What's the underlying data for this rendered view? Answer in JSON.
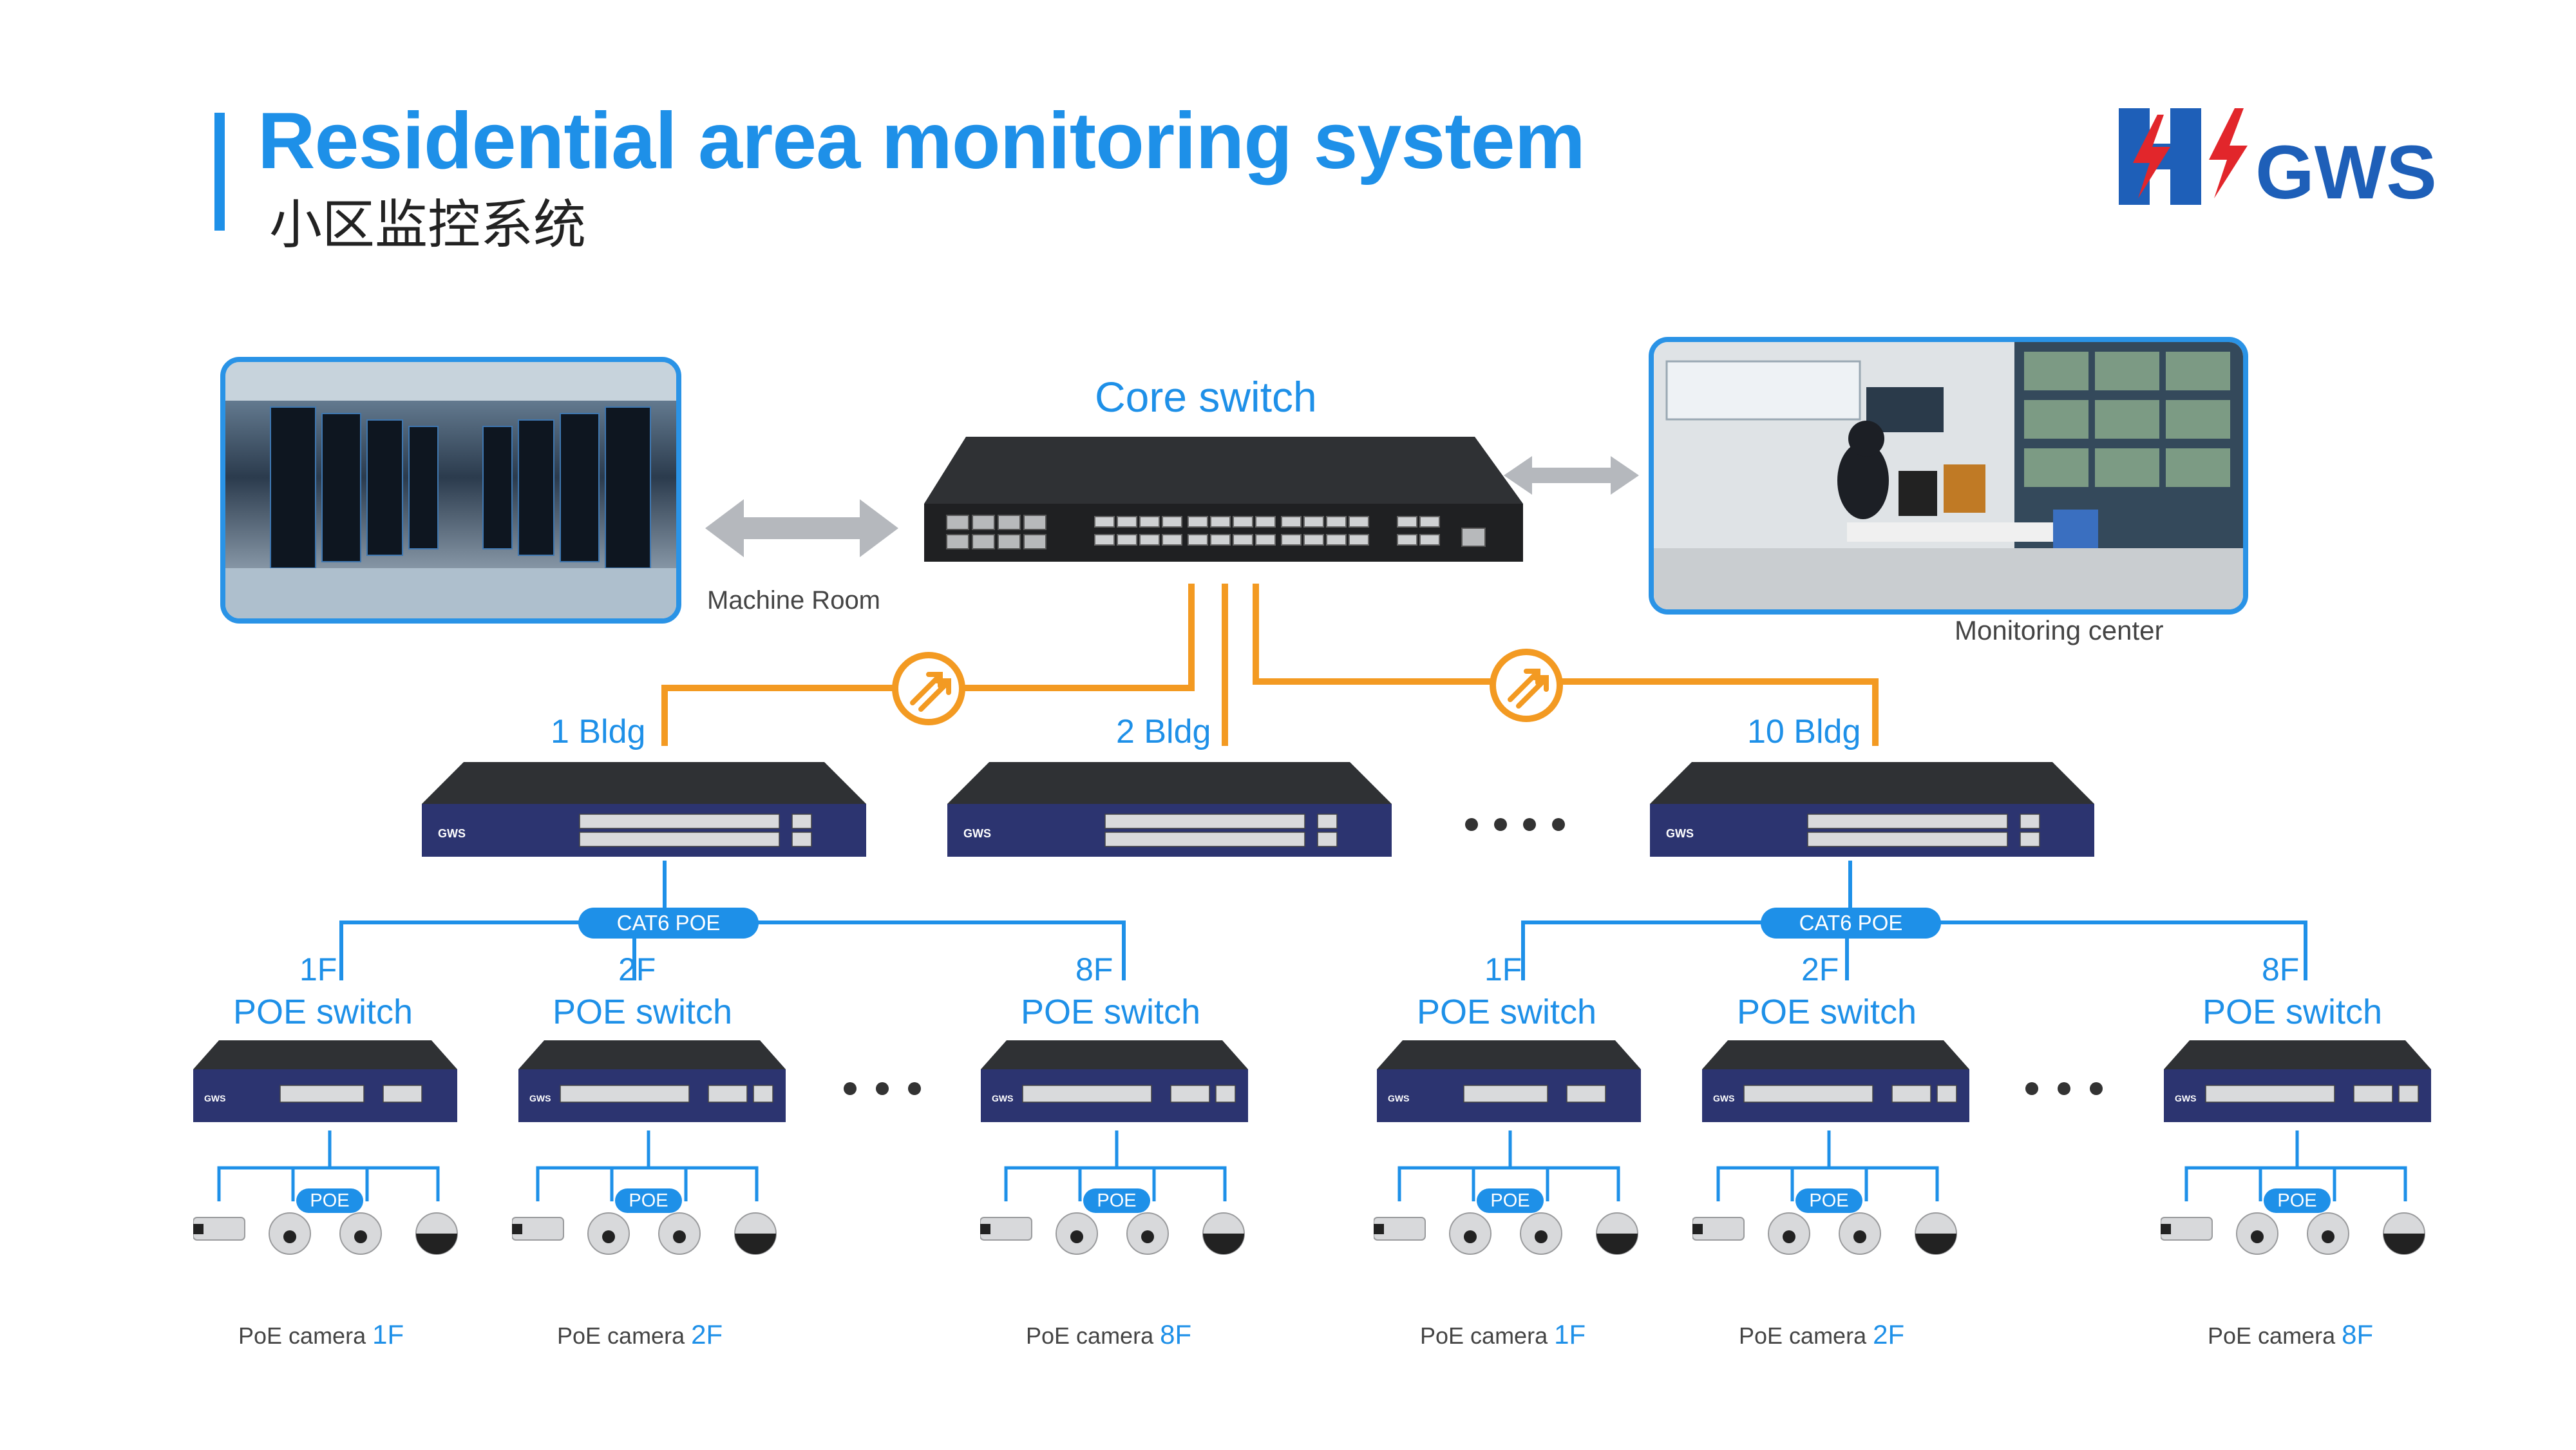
{
  "header": {
    "title_en": "Residential area monitoring system",
    "title_cn": "小区监控系统",
    "logo_text": "GWS"
  },
  "colors": {
    "blue": "#1e90e8",
    "orange": "#f39a22",
    "switch_body": "#2c3470",
    "dark": "#2a2a2a",
    "gray_arrow": "#b5b8bd"
  },
  "top": {
    "core_label": "Core switch",
    "machine_room_label": "Machine Room",
    "monitoring_label": "Monitoring center"
  },
  "buildings": [
    {
      "label": "1 Bldg",
      "cat_label": "CAT6  POE"
    },
    {
      "label": "2 Bldg"
    },
    {
      "label": "10 Bldg",
      "cat_label": "CAT6  POE"
    }
  ],
  "floors": [
    {
      "floor": "1F",
      "switch_label": "POE switch",
      "poe": "POE",
      "cam_text": "PoE  camera",
      "cam_floor": "1F"
    },
    {
      "floor": "2F",
      "switch_label": "POE switch",
      "poe": "POE",
      "cam_text": "PoE  camera",
      "cam_floor": "2F"
    },
    {
      "floor": "8F",
      "switch_label": "POE switch",
      "poe": "POE",
      "cam_text": "PoE  camera",
      "cam_floor": "8F"
    },
    {
      "floor": "1F",
      "switch_label": "POE switch",
      "poe": "POE",
      "cam_text": "PoE  camera",
      "cam_floor": "1F"
    },
    {
      "floor": "2F",
      "switch_label": "POE switch",
      "poe": "POE",
      "cam_text": "PoE  camera",
      "cam_floor": "2F"
    },
    {
      "floor": "8F",
      "switch_label": "POE switch",
      "poe": "POE",
      "cam_text": "PoE  camera",
      "cam_floor": "8F"
    }
  ]
}
